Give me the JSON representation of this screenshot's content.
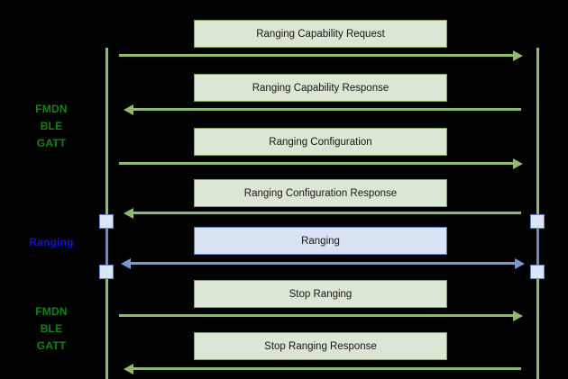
{
  "diagram": {
    "type": "sequence-diagram",
    "background_color": "#000000",
    "colors": {
      "green_line": "#8fbc6c",
      "green_text": "#178016",
      "green_box_fill": "#dce6d5",
      "green_box_border": "#7ea85e",
      "blue_line": "#7b98cc",
      "blue_text": "#1212d6",
      "blue_box_fill": "#dae3f4",
      "blue_box_border": "#5b7fbd",
      "activation_fill": "#dbe5f6",
      "activation_border": "#6688c3",
      "label_text": "#161616"
    },
    "phase_labels": [
      {
        "id": "phase-fmdn-ble-gatt-top",
        "text": "FMDN\nBLE\nGATT",
        "color": "green"
      },
      {
        "id": "phase-ranging",
        "text": "Ranging",
        "color": "blue"
      },
      {
        "id": "phase-fmdn-ble-gatt-bottom",
        "text": "FMDN\nBLE\nGATT",
        "color": "green"
      }
    ],
    "messages": [
      {
        "id": "msg-ranging-capability-request",
        "label": "Ranging Capability Request",
        "direction": "right",
        "color": "green"
      },
      {
        "id": "msg-ranging-capability-response",
        "label": "Ranging Capability Response",
        "direction": "left",
        "color": "green"
      },
      {
        "id": "msg-ranging-configuration",
        "label": "Ranging Configuration",
        "direction": "right",
        "color": "green"
      },
      {
        "id": "msg-ranging-configuration-response",
        "label": "Ranging Configuration Response",
        "direction": "left",
        "color": "green"
      },
      {
        "id": "msg-ranging",
        "label": "Ranging",
        "direction": "both",
        "color": "blue"
      },
      {
        "id": "msg-stop-ranging",
        "label": "Stop Ranging",
        "direction": "right",
        "color": "green"
      },
      {
        "id": "msg-stop-ranging-response",
        "label": "Stop Ranging Response",
        "direction": "left",
        "color": "green"
      }
    ]
  }
}
